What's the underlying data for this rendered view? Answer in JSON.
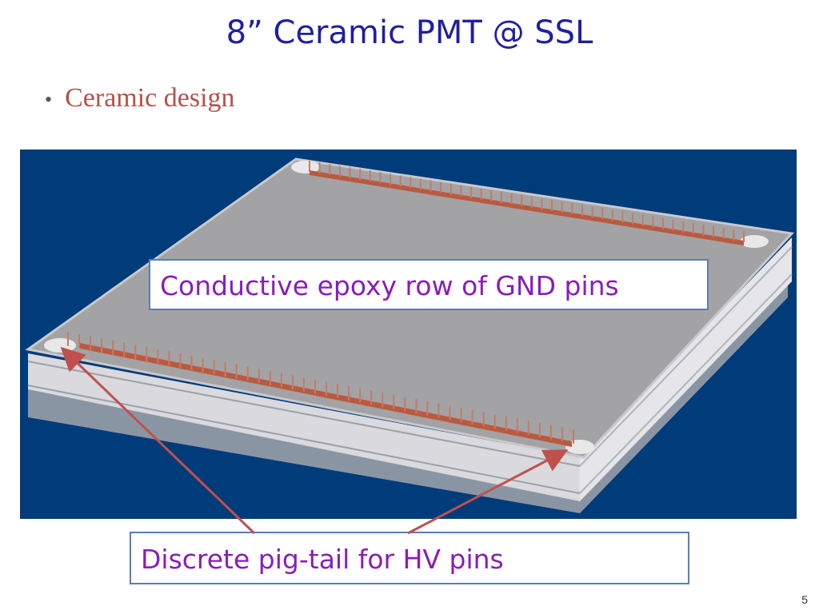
{
  "slide": {
    "title": "8” Ceramic PMT @ SSL",
    "bullet": "Ceramic design",
    "page_number": "5"
  },
  "figure": {
    "background_color": "#003b7a",
    "plate_color": "#9e9e9e",
    "pin_strip_color": "#b95a40",
    "callouts": {
      "gnd": "Conductive epoxy row of GND pins",
      "hv": "Discrete pig-tail for HV pins"
    },
    "arrow_color": "#c0504d"
  }
}
